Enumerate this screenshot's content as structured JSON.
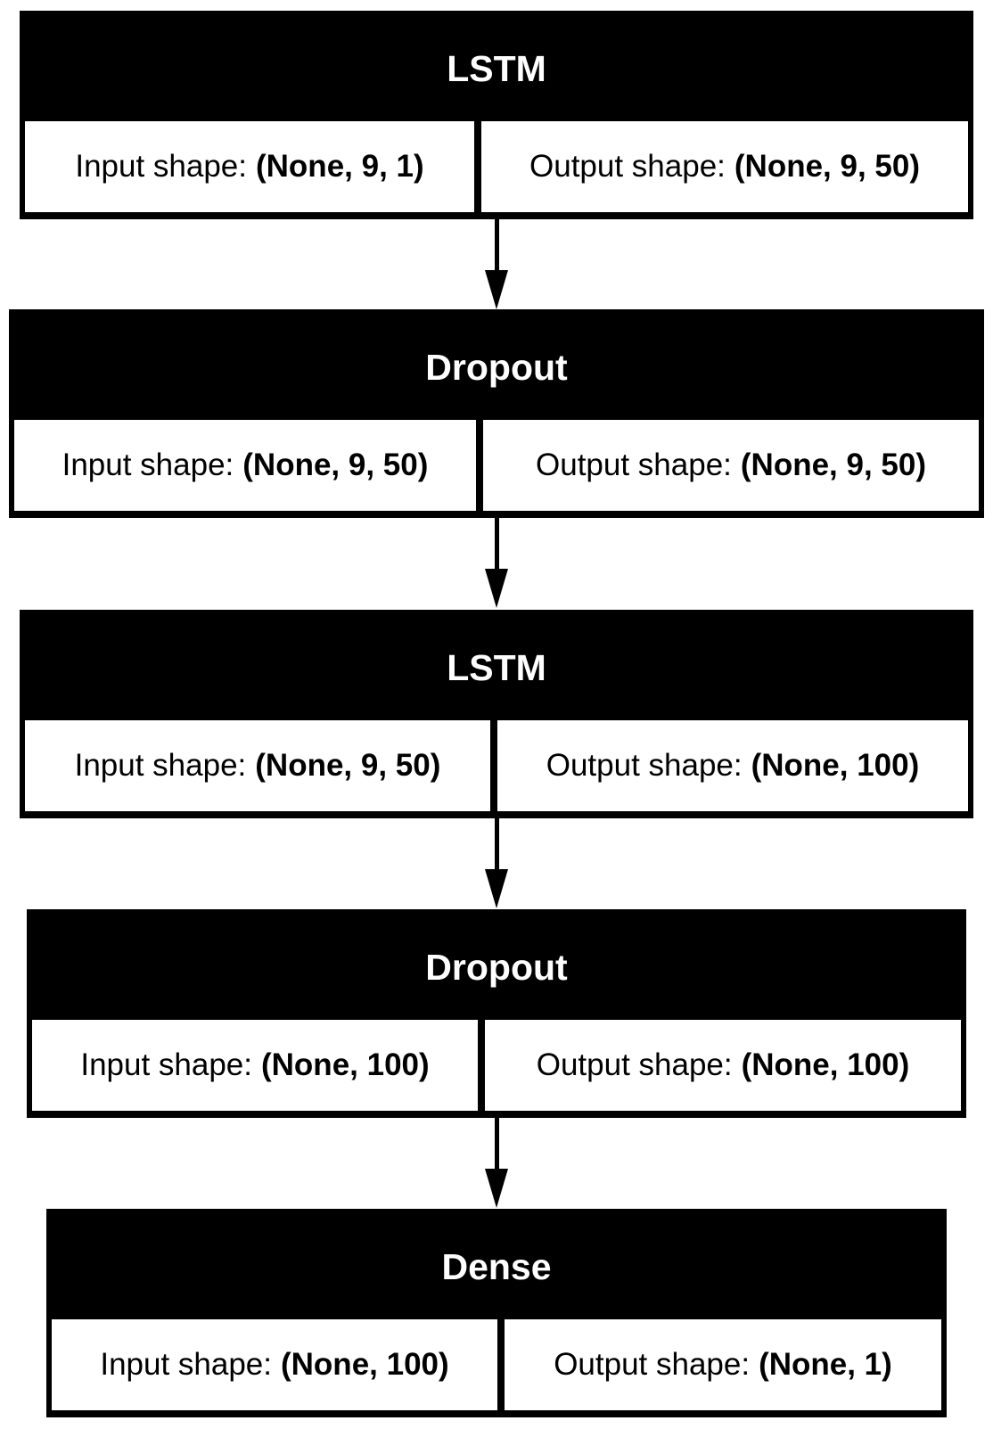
{
  "layers": [
    {
      "name": "LSTM",
      "input_label": "Input shape:",
      "input_value": "(None, 9, 1)",
      "output_label": "Output shape:",
      "output_value": "(None, 9, 50)"
    },
    {
      "name": "Dropout",
      "input_label": "Input shape:",
      "input_value": "(None, 9, 50)",
      "output_label": "Output shape:",
      "output_value": "(None, 9, 50)"
    },
    {
      "name": "LSTM",
      "input_label": "Input shape:",
      "input_value": "(None, 9, 50)",
      "output_label": "Output shape:",
      "output_value": "(None, 100)"
    },
    {
      "name": "Dropout",
      "input_label": "Input shape:",
      "input_value": "(None, 100)",
      "output_label": "Output shape:",
      "output_value": "(None, 100)"
    },
    {
      "name": "Dense",
      "input_label": "Input shape:",
      "input_value": "(None, 100)",
      "output_label": "Output shape:",
      "output_value": "(None, 1)"
    }
  ]
}
